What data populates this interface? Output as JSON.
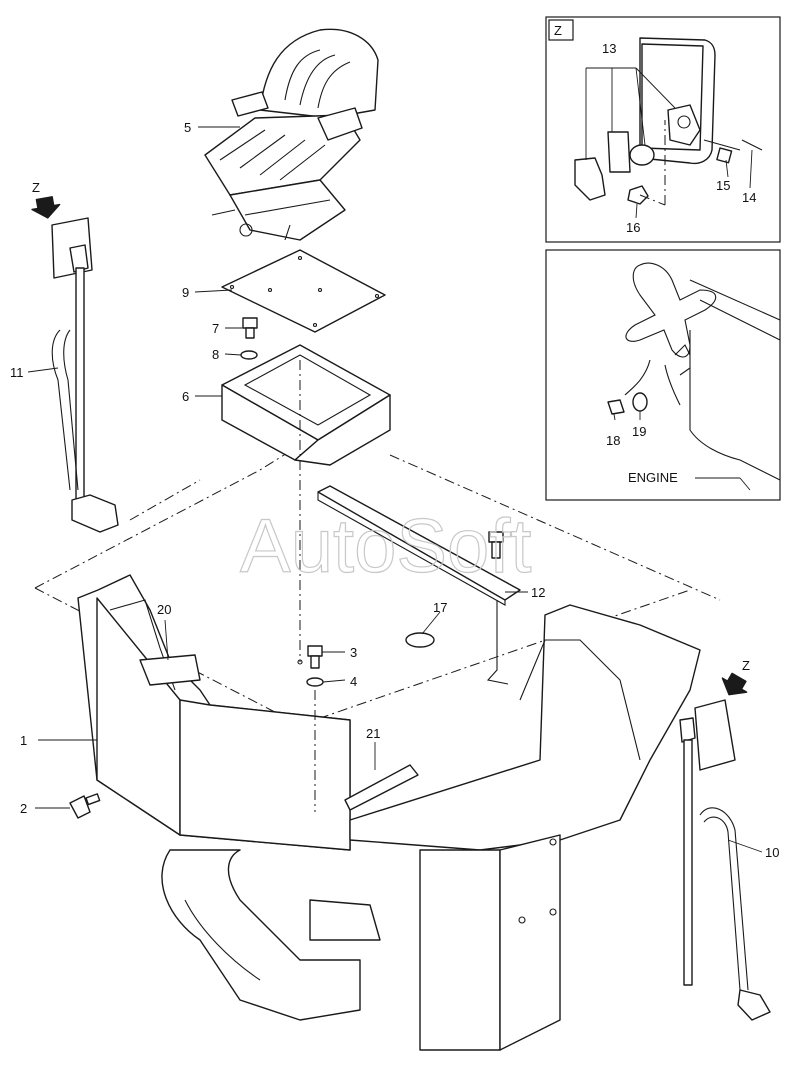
{
  "watermark": "AutoSoft",
  "view_marker": "Z",
  "engine_label": "ENGINE",
  "callouts": {
    "c1": "1",
    "c2": "2",
    "c3": "3",
    "c4": "4",
    "c5": "5",
    "c6": "6",
    "c7": "7",
    "c8": "8",
    "c9": "9",
    "c10": "10",
    "c11": "11",
    "c12": "12",
    "c13": "13",
    "c14": "14",
    "c15": "15",
    "c16": "16",
    "c17": "17",
    "c18": "18",
    "c19": "19",
    "c20": "20",
    "c21": "21"
  },
  "colors": {
    "line": "#1a1a1a",
    "background": "#ffffff",
    "watermark": "#c8c8c8"
  }
}
